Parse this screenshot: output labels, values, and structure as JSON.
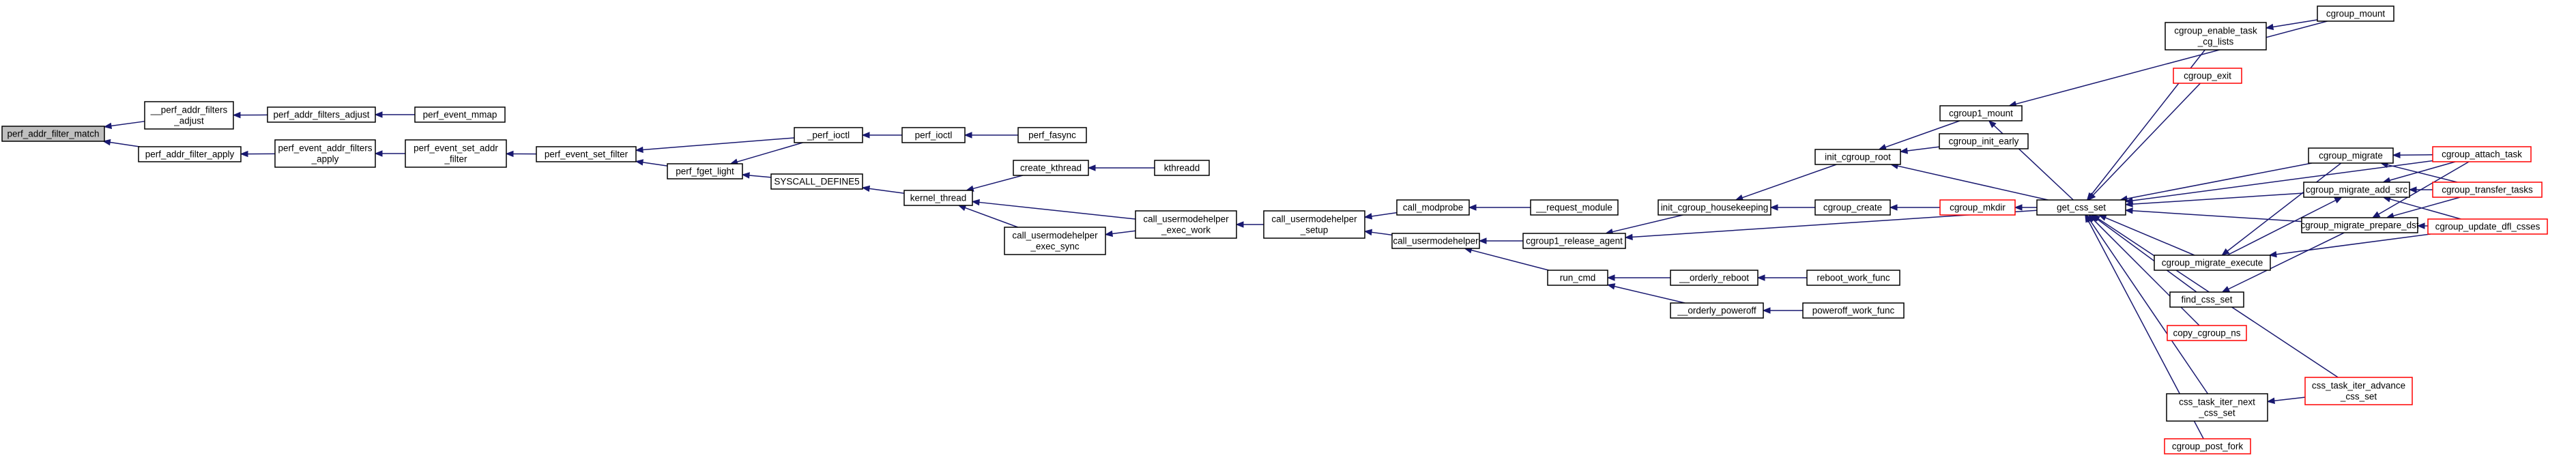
{
  "colors": {
    "edge": "#191970",
    "root_fill": "#bfbfbf",
    "unresolved_border": "#ff0000",
    "node_border": "#000000"
  },
  "nodes": {
    "perf_addr_filter_match": {
      "lines": [
        "perf_addr_filter_match"
      ],
      "root": true
    },
    "perf_addr_filters_adjust_inner": {
      "lines": [
        "__perf_addr_filters",
        "_adjust"
      ]
    },
    "perf_addr_filter_apply": {
      "lines": [
        "perf_addr_filter_apply"
      ]
    },
    "perf_addr_filters_adjust": {
      "lines": [
        "perf_addr_filters_adjust"
      ]
    },
    "perf_event_addr_filters_apply": {
      "lines": [
        "perf_event_addr_filters",
        "_apply"
      ]
    },
    "perf_event_mmap": {
      "lines": [
        "perf_event_mmap"
      ]
    },
    "perf_event_set_addr_filter": {
      "lines": [
        "perf_event_set_addr",
        "_filter"
      ]
    },
    "perf_event_set_filter": {
      "lines": [
        "perf_event_set_filter"
      ]
    },
    "perf_fget_light": {
      "lines": [
        "perf_fget_light"
      ]
    },
    "_perf_ioctl": {
      "lines": [
        "_perf_ioctl"
      ]
    },
    "perf_ioctl": {
      "lines": [
        "perf_ioctl"
      ]
    },
    "perf_fasync": {
      "lines": [
        "perf_fasync"
      ]
    },
    "SYSCALL_DEFINE5": {
      "lines": [
        "SYSCALL_DEFINE5"
      ]
    },
    "kernel_thread": {
      "lines": [
        "kernel_thread"
      ]
    },
    "create_kthread": {
      "lines": [
        "create_kthread"
      ]
    },
    "kthreadd": {
      "lines": [
        "kthreadd"
      ]
    },
    "call_usermodehelper_exec_sync": {
      "lines": [
        "call_usermodehelper",
        "_exec_sync"
      ]
    },
    "call_usermodehelper_exec_work": {
      "lines": [
        "call_usermodehelper",
        "_exec_work"
      ]
    },
    "call_usermodehelper_setup": {
      "lines": [
        "call_usermodehelper",
        "_setup"
      ]
    },
    "call_modprobe": {
      "lines": [
        "call_modprobe"
      ]
    },
    "request_module": {
      "lines": [
        "__request_module"
      ]
    },
    "call_usermodehelper": {
      "lines": [
        "call_usermodehelper"
      ]
    },
    "cgroup1_release_agent": {
      "lines": [
        "cgroup1_release_agent"
      ]
    },
    "run_cmd": {
      "lines": [
        "run_cmd"
      ]
    },
    "orderly_reboot": {
      "lines": [
        "__orderly_reboot"
      ]
    },
    "orderly_poweroff": {
      "lines": [
        "__orderly_poweroff"
      ]
    },
    "reboot_work_func": {
      "lines": [
        "reboot_work_func"
      ]
    },
    "poweroff_work_func": {
      "lines": [
        "poweroff_work_func"
      ]
    },
    "init_cgroup_housekeeping": {
      "lines": [
        "init_cgroup_housekeeping"
      ]
    },
    "init_cgroup_root": {
      "lines": [
        "init_cgroup_root"
      ]
    },
    "cgroup_create": {
      "lines": [
        "cgroup_create"
      ]
    },
    "cgroup_mkdir": {
      "lines": [
        "cgroup_mkdir"
      ],
      "red": true
    },
    "cgroup1_mount": {
      "lines": [
        "cgroup1_mount"
      ]
    },
    "cgroup_init_early": {
      "lines": [
        "cgroup_init_early"
      ]
    },
    "get_css_set": {
      "lines": [
        "get_css_set"
      ]
    },
    "cgroup_enable_task_cg_lists": {
      "lines": [
        "cgroup_enable_task",
        "_cg_lists"
      ]
    },
    "cgroup_mount": {
      "lines": [
        "cgroup_mount"
      ]
    },
    "cgroup_exit": {
      "lines": [
        "cgroup_exit"
      ],
      "red": true
    },
    "cgroup_migrate": {
      "lines": [
        "cgroup_migrate"
      ]
    },
    "cgroup_attach_task": {
      "lines": [
        "cgroup_attach_task"
      ],
      "red": true
    },
    "cgroup_migrate_add_src": {
      "lines": [
        "cgroup_migrate_add_src"
      ]
    },
    "cgroup_transfer_tasks": {
      "lines": [
        "cgroup_transfer_tasks"
      ],
      "red": true
    },
    "cgroup_migrate_prepare_dst": {
      "lines": [
        "cgroup_migrate_prepare_dst"
      ]
    },
    "cgroup_update_dfl_csses": {
      "lines": [
        "cgroup_update_dfl_csses"
      ],
      "red": true
    },
    "cgroup_migrate_execute": {
      "lines": [
        "cgroup_migrate_execute"
      ]
    },
    "find_css_set": {
      "lines": [
        "find_css_set"
      ]
    },
    "copy_cgroup_ns": {
      "lines": [
        "copy_cgroup_ns"
      ],
      "red": true
    },
    "css_task_iter_advance_css_set": {
      "lines": [
        "css_task_iter_advance",
        "_css_set"
      ],
      "red": true
    },
    "css_task_iter_next_css_set": {
      "lines": [
        "css_task_iter_next",
        "_css_set"
      ]
    },
    "cgroup_post_fork": {
      "lines": [
        "cgroup_post_fork"
      ],
      "red": true
    }
  },
  "edges": [
    [
      "perf_addr_filters_adjust_inner",
      "perf_addr_filter_match"
    ],
    [
      "perf_addr_filter_apply",
      "perf_addr_filter_match"
    ],
    [
      "perf_addr_filters_adjust",
      "perf_addr_filters_adjust_inner"
    ],
    [
      "perf_event_addr_filters_apply",
      "perf_addr_filter_apply"
    ],
    [
      "perf_event_mmap",
      "perf_addr_filters_adjust"
    ],
    [
      "perf_event_set_addr_filter",
      "perf_event_addr_filters_apply"
    ],
    [
      "perf_event_set_filter",
      "perf_event_set_addr_filter"
    ],
    [
      "_perf_ioctl",
      "perf_event_set_filter"
    ],
    [
      "perf_fget_light",
      "perf_event_set_filter"
    ],
    [
      "perf_ioctl",
      "_perf_ioctl"
    ],
    [
      "perf_fasync",
      "perf_ioctl"
    ],
    [
      "_perf_ioctl",
      "perf_fget_light"
    ],
    [
      "SYSCALL_DEFINE5",
      "perf_fget_light"
    ],
    [
      "kernel_thread",
      "SYSCALL_DEFINE5"
    ],
    [
      "create_kthread",
      "kernel_thread"
    ],
    [
      "kthreadd",
      "create_kthread"
    ],
    [
      "call_usermodehelper_exec_work",
      "kernel_thread"
    ],
    [
      "call_usermodehelper_exec_sync",
      "kernel_thread"
    ],
    [
      "call_usermodehelper_exec_work",
      "call_usermodehelper_exec_sync"
    ],
    [
      "call_usermodehelper_setup",
      "call_usermodehelper_exec_work"
    ],
    [
      "call_modprobe",
      "call_usermodehelper_setup"
    ],
    [
      "call_usermodehelper",
      "call_usermodehelper_setup"
    ],
    [
      "request_module",
      "call_modprobe"
    ],
    [
      "cgroup1_release_agent",
      "call_usermodehelper"
    ],
    [
      "run_cmd",
      "call_usermodehelper"
    ],
    [
      "orderly_reboot",
      "run_cmd"
    ],
    [
      "orderly_poweroff",
      "run_cmd"
    ],
    [
      "reboot_work_func",
      "orderly_reboot"
    ],
    [
      "poweroff_work_func",
      "orderly_poweroff"
    ],
    [
      "init_cgroup_housekeeping",
      "cgroup1_release_agent"
    ],
    [
      "get_css_set",
      "cgroup1_release_agent"
    ],
    [
      "init_cgroup_root",
      "init_cgroup_housekeeping"
    ],
    [
      "cgroup_create",
      "init_cgroup_housekeeping"
    ],
    [
      "cgroup_mkdir",
      "cgroup_create"
    ],
    [
      "get_css_set",
      "cgroup_mkdir"
    ],
    [
      "cgroup1_mount",
      "init_cgroup_root"
    ],
    [
      "cgroup_init_early",
      "init_cgroup_root"
    ],
    [
      "get_css_set",
      "init_cgroup_root"
    ],
    [
      "get_css_set",
      "cgroup1_mount"
    ],
    [
      "cgroup_mount",
      "cgroup1_mount"
    ],
    [
      "cgroup_enable_task_cg_lists",
      "get_css_set"
    ],
    [
      "cgroup_exit",
      "get_css_set"
    ],
    [
      "cgroup_migrate",
      "get_css_set"
    ],
    [
      "cgroup_migrate_add_src",
      "get_css_set"
    ],
    [
      "cgroup_migrate_prepare_dst",
      "get_css_set"
    ],
    [
      "cgroup_migrate_execute",
      "get_css_set"
    ],
    [
      "find_css_set",
      "get_css_set"
    ],
    [
      "copy_cgroup_ns",
      "get_css_set"
    ],
    [
      "css_task_iter_next_css_set",
      "get_css_set"
    ],
    [
      "css_task_iter_advance_css_set",
      "get_css_set"
    ],
    [
      "cgroup_post_fork",
      "get_css_set"
    ],
    [
      "cgroup_attach_task",
      "get_css_set"
    ],
    [
      "cgroup_mount",
      "cgroup_enable_task_cg_lists"
    ],
    [
      "cgroup_attach_task",
      "cgroup_migrate"
    ],
    [
      "cgroup_transfer_tasks",
      "cgroup_migrate"
    ],
    [
      "cgroup_attach_task",
      "cgroup_migrate_add_src"
    ],
    [
      "cgroup_transfer_tasks",
      "cgroup_migrate_add_src"
    ],
    [
      "cgroup_update_dfl_csses",
      "cgroup_migrate_add_src"
    ],
    [
      "cgroup_attach_task",
      "cgroup_migrate_prepare_dst"
    ],
    [
      "cgroup_transfer_tasks",
      "cgroup_migrate_prepare_dst"
    ],
    [
      "cgroup_update_dfl_csses",
      "cgroup_migrate_prepare_dst"
    ],
    [
      "cgroup_migrate",
      "cgroup_migrate_execute"
    ],
    [
      "cgroup_update_dfl_csses",
      "cgroup_migrate_execute"
    ],
    [
      "cgroup_migrate_prepare_dst",
      "find_css_set"
    ],
    [
      "cgroup_migrate_execute",
      "cgroup_migrate_add_src"
    ],
    [
      "css_task_iter_advance_css_set",
      "css_task_iter_next_css_set"
    ]
  ]
}
